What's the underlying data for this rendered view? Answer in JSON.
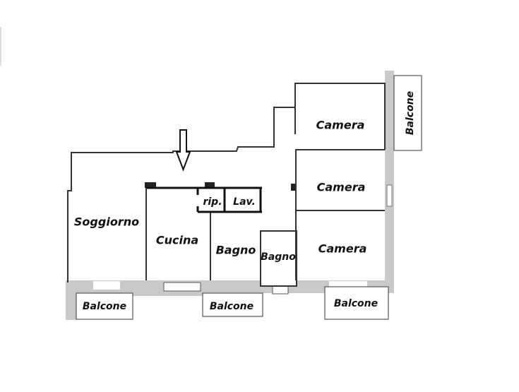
{
  "floor_plan": {
    "entrance_arrow": "down-arrow-icon",
    "rooms": {
      "soggiorno": "Soggiorno",
      "cucina": "Cucina",
      "ripostiglio": "rip.",
      "lavanderia": "Lav.",
      "bagno_1": "Bagno",
      "bagno_2": "Bagno",
      "camera_1": "Camera",
      "camera_2": "Camera",
      "camera_3": "Camera"
    },
    "balconies": {
      "balcone_left": "Balcone",
      "balcone_center": "Balcone",
      "balcone_right": "Balcone",
      "balcone_side": "Balcone"
    }
  }
}
